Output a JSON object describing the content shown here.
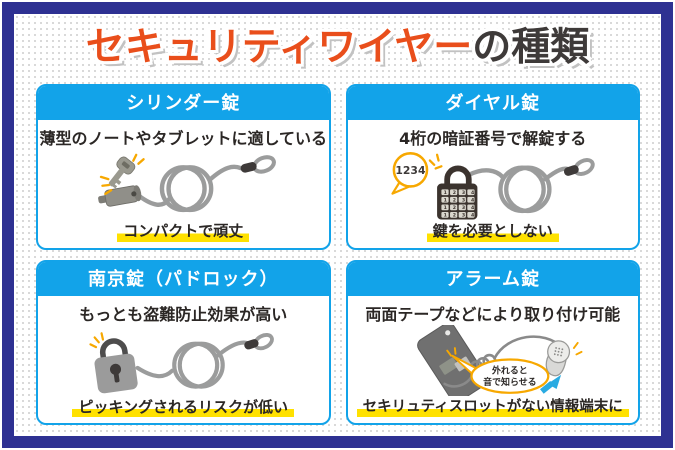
{
  "title": {
    "main": "セキュリティワイヤー",
    "suffix": "の種類"
  },
  "colors": {
    "frame_navy": "#2E3192",
    "panel_blue": "#12A3E9",
    "title_orange": "#E94E1B",
    "title_dark": "#3E3A39",
    "highlight_yellow": "#FFE100",
    "accent_orange": "#F7A800",
    "arrow_blue": "#29ABE2",
    "wire_gray": "#9B9C9C"
  },
  "panels": [
    {
      "header": "シリンダー錠",
      "description": "薄型のノートやタブレットに適している",
      "highlight": "コンパクトで頑丈"
    },
    {
      "header": "ダイヤル錠",
      "description": "4桁の暗証番号で解錠する",
      "highlight": "鍵を必要としない",
      "bubble": "1234",
      "keypad_row": "1234"
    },
    {
      "header": "南京錠（パドロック）",
      "description": "もっとも盗難防止効果が高い",
      "highlight": "ピッキングされるリスクが低い"
    },
    {
      "header": "アラーム錠",
      "description": "両面テープなどにより取り付け可能",
      "highlight": "セキリュティスロットがない情報端末に",
      "bubble_line1": "外れると",
      "bubble_line2": "音で知らせる"
    }
  ]
}
